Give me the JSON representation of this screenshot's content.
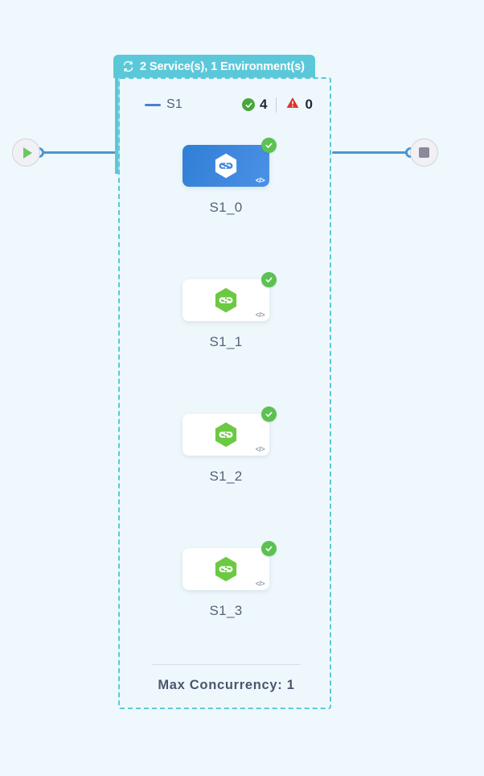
{
  "canvas": {
    "background_color": "#eff8fc"
  },
  "group_tab": {
    "icon": "sync-refresh-icon",
    "label": "2 Service(s), 1 Environment(s)",
    "background_color": "#5bc8da",
    "text_color": "#ffffff"
  },
  "group": {
    "collapse_icon": "minus-collapse-icon",
    "name": "S1",
    "border_style": "dashed",
    "border_color": "#5bc8da",
    "stats": {
      "success": {
        "icon": "check-circle-icon",
        "value": "4",
        "color": "#49a63c"
      },
      "warning": {
        "icon": "warning-triangle-icon",
        "value": "0",
        "color": "#d8352a"
      }
    }
  },
  "nodes": [
    {
      "label": "S1_0",
      "icon": "nodejs-hexagon-icon",
      "code_mark": "</>",
      "status_icon": "check-circle-icon",
      "status_color": "#5cc152",
      "selected": true
    },
    {
      "label": "S1_1",
      "icon": "nodejs-hexagon-icon",
      "code_mark": "</>",
      "status_icon": "check-circle-icon",
      "status_color": "#5cc152",
      "selected": false
    },
    {
      "label": "S1_2",
      "icon": "nodejs-hexagon-icon",
      "code_mark": "</>",
      "status_icon": "check-circle-icon",
      "status_color": "#5cc152",
      "selected": false
    },
    {
      "label": "S1_3",
      "icon": "nodejs-hexagon-icon",
      "code_mark": "</>",
      "status_icon": "check-circle-icon",
      "status_color": "#5cc152",
      "selected": false
    }
  ],
  "footer": {
    "text": "Max Concurrency: 1"
  },
  "endpoints": {
    "start": {
      "icon": "play-triangle-icon",
      "color": "#6dc766"
    },
    "end": {
      "icon": "stop-square-icon",
      "color": "#8a8a9a"
    }
  },
  "edges": {
    "color": "#4a95d8"
  }
}
